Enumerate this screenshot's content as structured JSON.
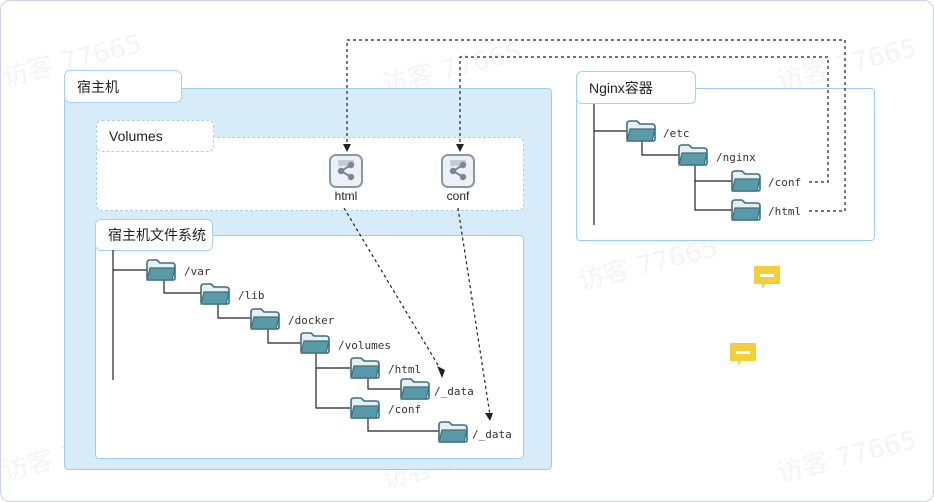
{
  "watermark": "访客 77665",
  "host": {
    "title": "宿主机"
  },
  "volumes": {
    "title": "Volumes",
    "items": [
      {
        "label": "html",
        "icon": "share-icon"
      },
      {
        "label": "conf",
        "icon": "share-icon"
      }
    ]
  },
  "host_fs": {
    "title": "宿主机文件系统",
    "paths": [
      "/var",
      "/lib",
      "/docker",
      "/volumes",
      "/html",
      "/_data",
      "/conf",
      "/_data"
    ]
  },
  "nginx": {
    "title": "Nginx容器",
    "paths": [
      "/etc",
      "/nginx",
      "/conf",
      "/html"
    ]
  },
  "colors": {
    "panel": "#d7ebf9",
    "border": "#9fcdf0",
    "folder": "#5a9aa8",
    "icon_bg": "#8a97a6",
    "note": "#f3cf3c"
  }
}
